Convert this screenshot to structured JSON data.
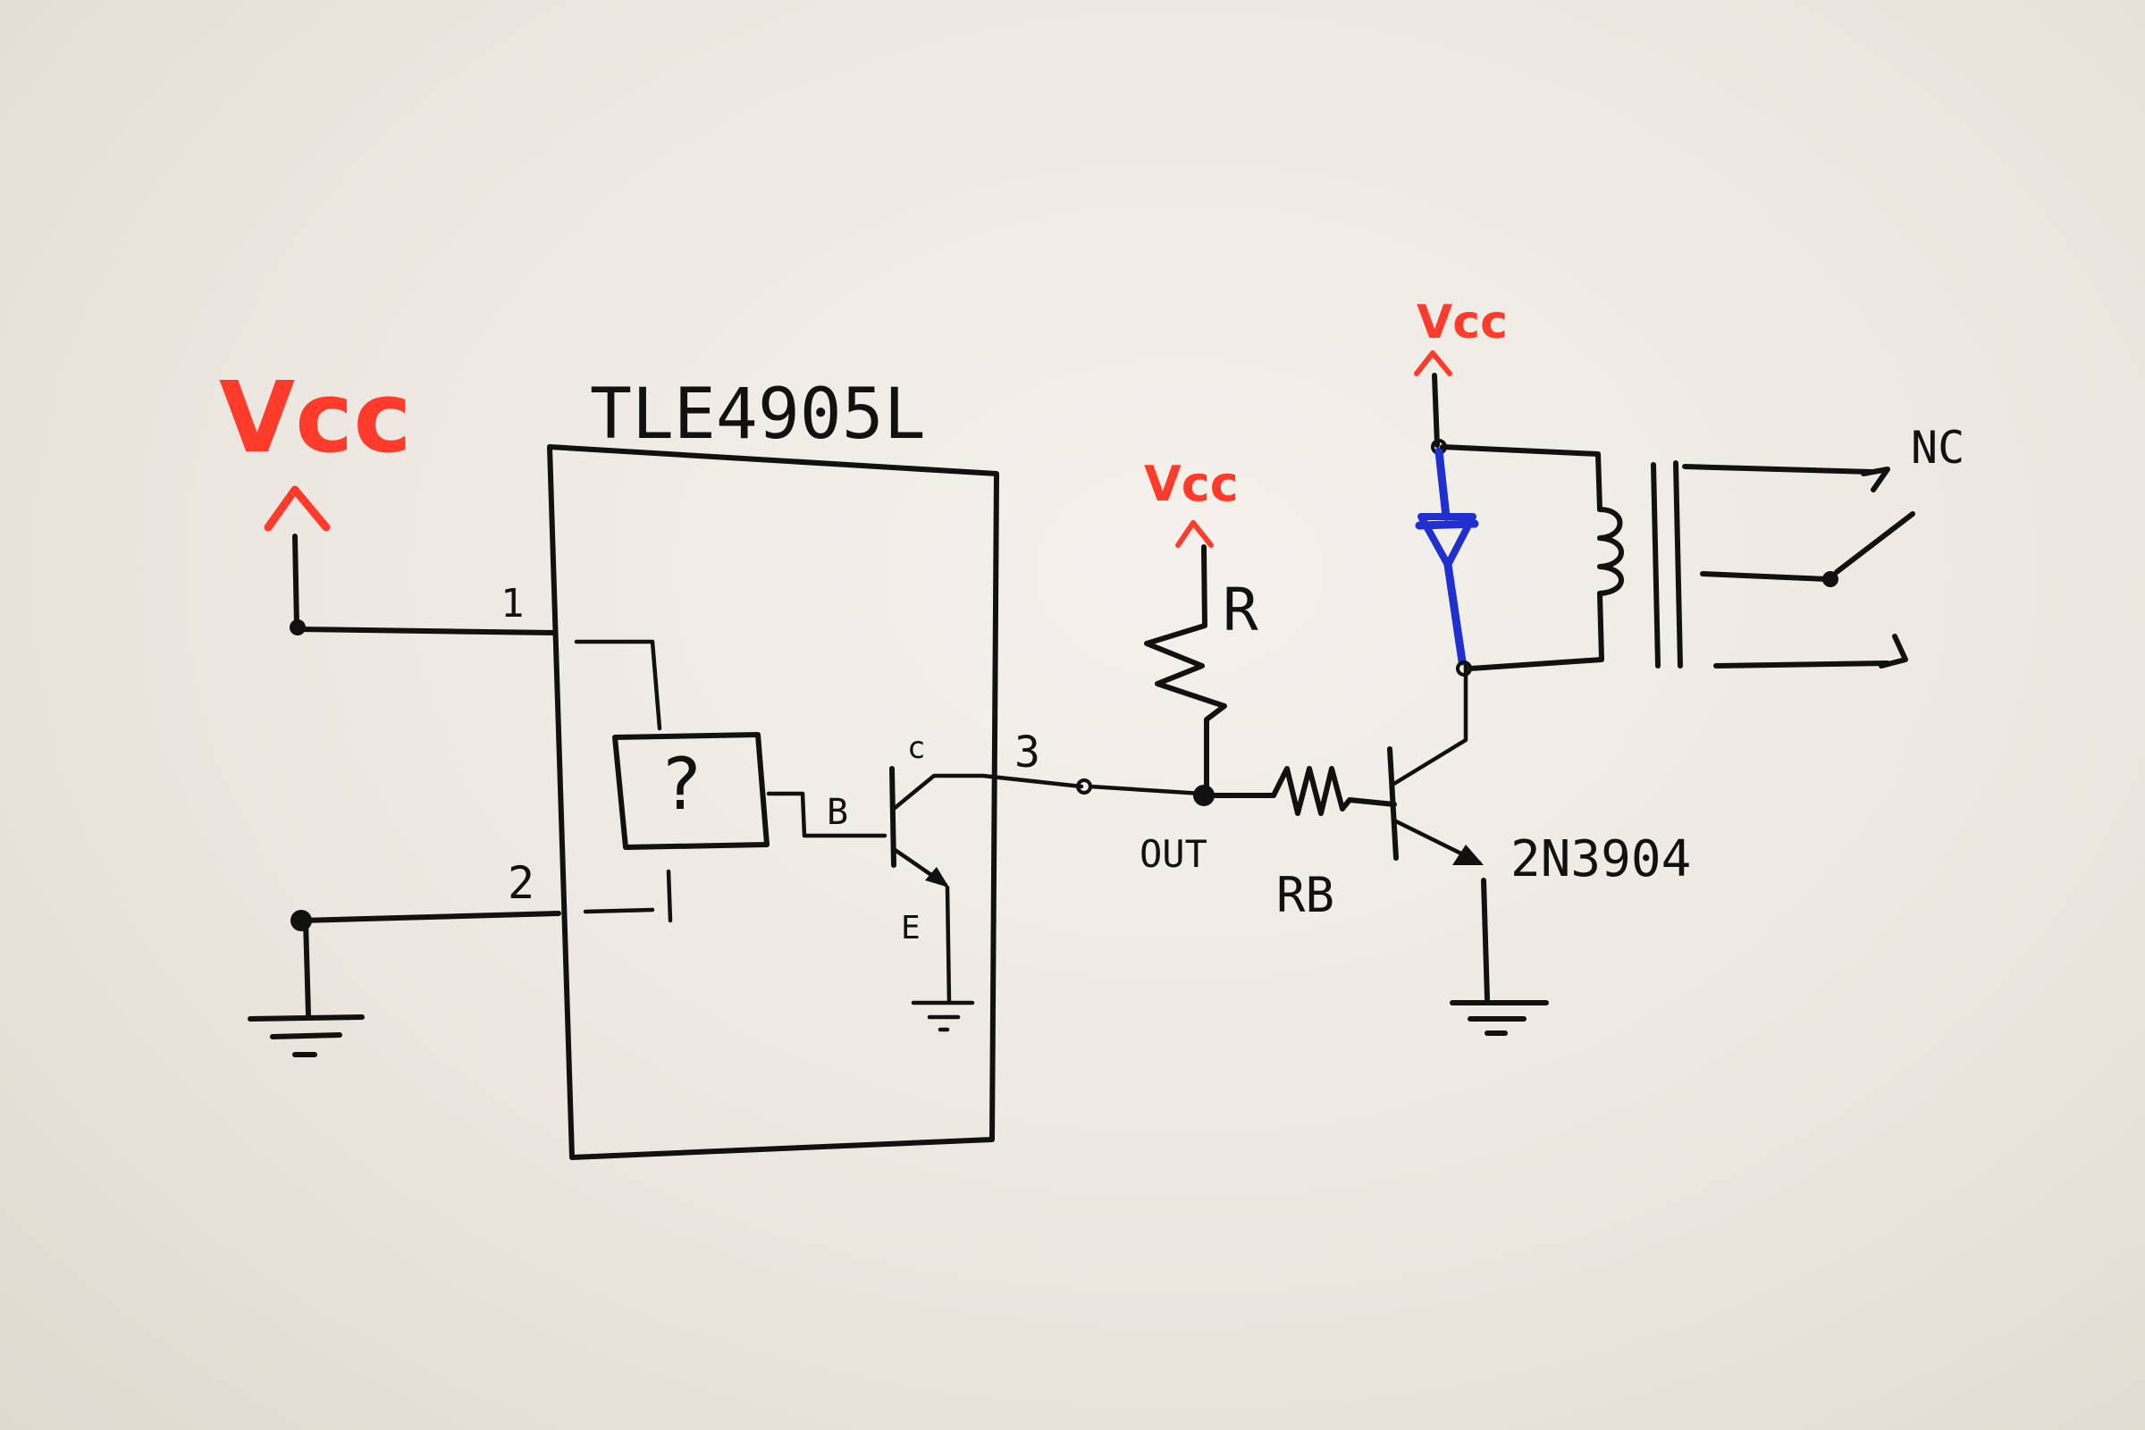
{
  "diagram": {
    "chip_label": "TLE4905L",
    "unknown_block": "?",
    "supply_label": "Vcc",
    "pins": {
      "pin1": "1",
      "pin2": "2",
      "pin3": "3"
    },
    "inner_transistor": {
      "base": "B",
      "collector": "c",
      "emitter": "E"
    },
    "out_label": "OUT",
    "pullup_resistor": "R",
    "base_resistor": "RB",
    "transistor_part": "2N3904",
    "relay_contact": "NC"
  },
  "colors": {
    "ink": "#111111",
    "supply": "#ff3b2b",
    "diode": "#1f2fd0"
  }
}
